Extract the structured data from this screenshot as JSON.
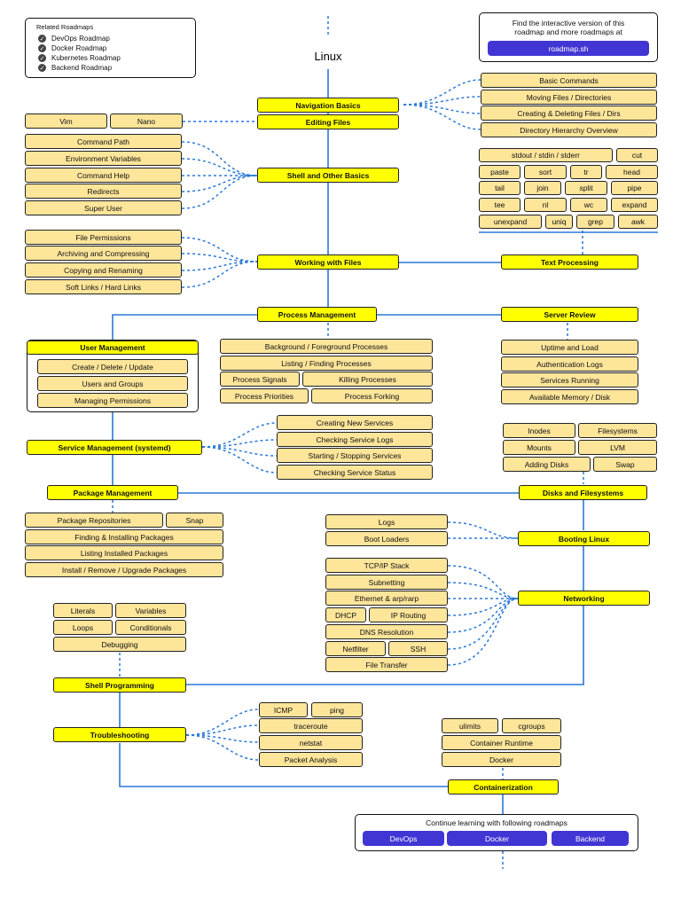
{
  "title": "Linux",
  "related": {
    "heading": "Related Roadmaps",
    "items": [
      "DevOps Roadmap",
      "Docker Roadmap",
      "Kubernetes Roadmap",
      "Backend Roadmap"
    ]
  },
  "interactive": {
    "line1": "Find the interactive version of this",
    "line2": "roadmap and more roadmaps at",
    "link": "roadmap.sh"
  },
  "topics": {
    "navigation_basics": "Navigation Basics",
    "editing_files": "Editing Files",
    "shell_basics": "Shell and Other Basics",
    "working_with_files": "Working with Files",
    "text_processing": "Text Processing",
    "process_management": "Process Management",
    "server_review": "Server Review",
    "user_management": "User Management",
    "service_management": "Service Management (systemd)",
    "package_management": "Package Management",
    "disks_filesystems": "Disks and Filesystems",
    "booting_linux": "Booting Linux",
    "networking": "Networking",
    "shell_programming": "Shell Programming",
    "troubleshooting": "Troubleshooting",
    "containerization": "Containerization"
  },
  "navigation_subs": [
    "Basic Commands",
    "Moving Files / Directories",
    "Creating & Deleting Files / Dirs",
    "Directory Hierarchy Overview"
  ],
  "editors": [
    "Vim",
    "Nano"
  ],
  "shell_basics_subs": [
    "Command Path",
    "Environment Variables",
    "Command Help",
    "Redirects",
    "Super User"
  ],
  "text_tools": [
    "stdout / stdin / stderr",
    "cut",
    "paste",
    "sort",
    "tr",
    "head",
    "tail",
    "join",
    "split",
    "pipe",
    "tee",
    "nl",
    "wc",
    "expand",
    "unexpand",
    "uniq",
    "grep",
    "awk"
  ],
  "working_files_subs": [
    "File Permissions",
    "Archiving and Compressing",
    "Copying and Renaming",
    "Soft Links / Hard Links"
  ],
  "process_subs": [
    "Background / Foreground Processes",
    "Listing / Finding Processes",
    "Process Signals",
    "Killing Processes",
    "Process Priorities",
    "Process Forking"
  ],
  "server_review_subs": [
    "Uptime and Load",
    "Authentication Logs",
    "Services Running",
    "Available Memory / Disk"
  ],
  "user_mgmt_subs": [
    "Create / Delete / Update",
    "Users and Groups",
    "Managing Permissions"
  ],
  "service_subs": [
    "Creating New Services",
    "Checking Service Logs",
    "Starting / Stopping Services",
    "Checking Service Status"
  ],
  "disks_subs": [
    "Inodes",
    "Filesystems",
    "Mounts",
    "LVM",
    "Adding Disks",
    "Swap"
  ],
  "package_subs": [
    "Package Repositories",
    "Snap",
    "Finding & Installing Packages",
    "Listing Installed Packages",
    "Install / Remove / Upgrade Packages"
  ],
  "boot_subs": [
    "Logs",
    "Boot Loaders"
  ],
  "network_subs": [
    "TCP/IP Stack",
    "Subnetting",
    "Ethernet & arp/rarp",
    "DHCP",
    "IP Routing",
    "DNS Resolution",
    "Netfilter",
    "SSH",
    "File Transfer"
  ],
  "shell_prog_subs": [
    "Literals",
    "Variables",
    "Loops",
    "Conditionals",
    "Debugging"
  ],
  "trouble_subs": [
    "ICMP",
    "ping",
    "traceroute",
    "netstat",
    "Packet Analysis"
  ],
  "container_subs": [
    "ulimits",
    "cgroups",
    "Container Runtime",
    "Docker"
  ],
  "continue": {
    "heading": "Continue learning with following roadmaps",
    "links": [
      "DevOps",
      "Docker",
      "Backend"
    ]
  },
  "colors": {
    "topic": "#ffff00",
    "subtopic": "#fde59a",
    "edge": "#2a79d8",
    "link_button": "#4136d4"
  }
}
